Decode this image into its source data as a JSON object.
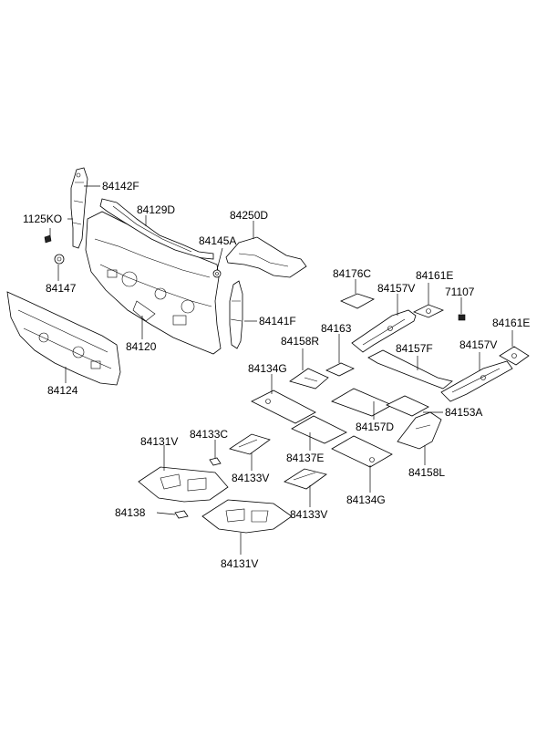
{
  "parts": [
    {
      "id": "p84142F",
      "label": "84142F"
    },
    {
      "id": "p1125KO",
      "label": "1125KO"
    },
    {
      "id": "p84129D",
      "label": "84129D"
    },
    {
      "id": "p84250D",
      "label": "84250D"
    },
    {
      "id": "p84145A",
      "label": "84145A"
    },
    {
      "id": "p84147",
      "label": "84147"
    },
    {
      "id": "p84176C",
      "label": "84176C"
    },
    {
      "id": "p84161E_top",
      "label": "84161E"
    },
    {
      "id": "p84157V_top",
      "label": "84157V"
    },
    {
      "id": "p71107",
      "label": "71107"
    },
    {
      "id": "p84141F",
      "label": "84141F"
    },
    {
      "id": "p84161E_right",
      "label": "84161E"
    },
    {
      "id": "p84163",
      "label": "84163"
    },
    {
      "id": "p84120",
      "label": "84120"
    },
    {
      "id": "p84158R",
      "label": "84158R"
    },
    {
      "id": "p84157F",
      "label": "84157F"
    },
    {
      "id": "p84157V_right",
      "label": "84157V"
    },
    {
      "id": "p84124",
      "label": "84124"
    },
    {
      "id": "p84134G_top",
      "label": "84134G"
    },
    {
      "id": "p84153A",
      "label": "84153A"
    },
    {
      "id": "p84157D",
      "label": "84157D"
    },
    {
      "id": "p84131V_top",
      "label": "84131V"
    },
    {
      "id": "p84133C",
      "label": "84133C"
    },
    {
      "id": "p84137E",
      "label": "84137E"
    },
    {
      "id": "p84158L",
      "label": "84158L"
    },
    {
      "id": "p84133V_mid",
      "label": "84133V"
    },
    {
      "id": "p84134G_bottom",
      "label": "84134G"
    },
    {
      "id": "p84138",
      "label": "84138"
    },
    {
      "id": "p84133V_low",
      "label": "84133V"
    },
    {
      "id": "p84131V_bottom",
      "label": "84131V"
    }
  ]
}
